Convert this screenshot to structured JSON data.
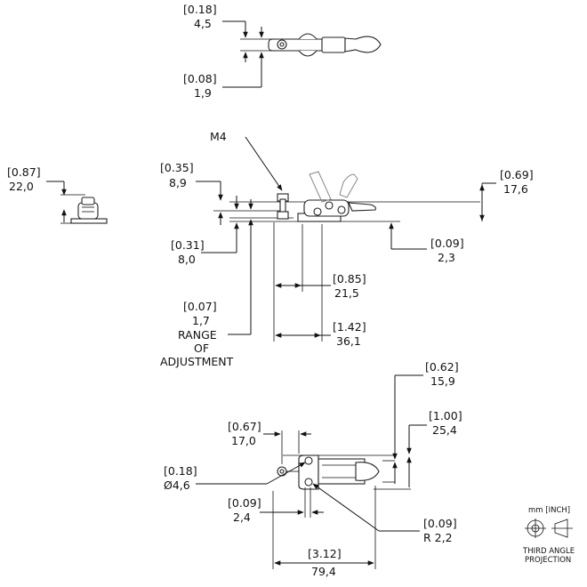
{
  "dimensions": {
    "top_width": {
      "inch": "[0.18]",
      "mm": "4,5"
    },
    "top_height": {
      "inch": "[0.08]",
      "mm": "1,9"
    },
    "end_height": {
      "inch": "[0.87]",
      "mm": "22,0"
    },
    "mount_height": {
      "inch": "[0.35]",
      "mm": "8,9"
    },
    "base_thickness": {
      "inch": "[0.31]",
      "mm": "8,0"
    },
    "adjustment": {
      "inch": "[0.07]",
      "mm": "1,7"
    },
    "overall_height": {
      "inch": "[0.69]",
      "mm": "17,6"
    },
    "lever_offset": {
      "inch": "[0.09]",
      "mm": "2,3"
    },
    "spindle_to_pivot": {
      "inch": "[0.85]",
      "mm": "21,5"
    },
    "spindle_to_rear": {
      "inch": "[1.42]",
      "mm": "36,1"
    },
    "hole_spacing": {
      "inch": "[0.62]",
      "mm": "15,9"
    },
    "base_width": {
      "inch": "[1.00]",
      "mm": "25,4"
    },
    "spindle_offset": {
      "inch": "[0.67]",
      "mm": "17,0"
    },
    "hole_diameter": {
      "inch": "[0.18]",
      "mm": "Ø4,6"
    },
    "flange_width": {
      "inch": "[0.09]",
      "mm": "2,4"
    },
    "corner_radius": {
      "inch": "[0.09]",
      "mm": "R 2,2"
    },
    "overall_length": {
      "inch": "[3.12]",
      "mm": "79,4"
    }
  },
  "labels": {
    "thread": "M4",
    "range_1": "RANGE",
    "range_2": "OF",
    "range_3": "ADJUSTMENT"
  },
  "projection": {
    "units": "mm [INCH]",
    "line_1": "THIRD ANGLE",
    "line_2": "PROJECTION"
  }
}
